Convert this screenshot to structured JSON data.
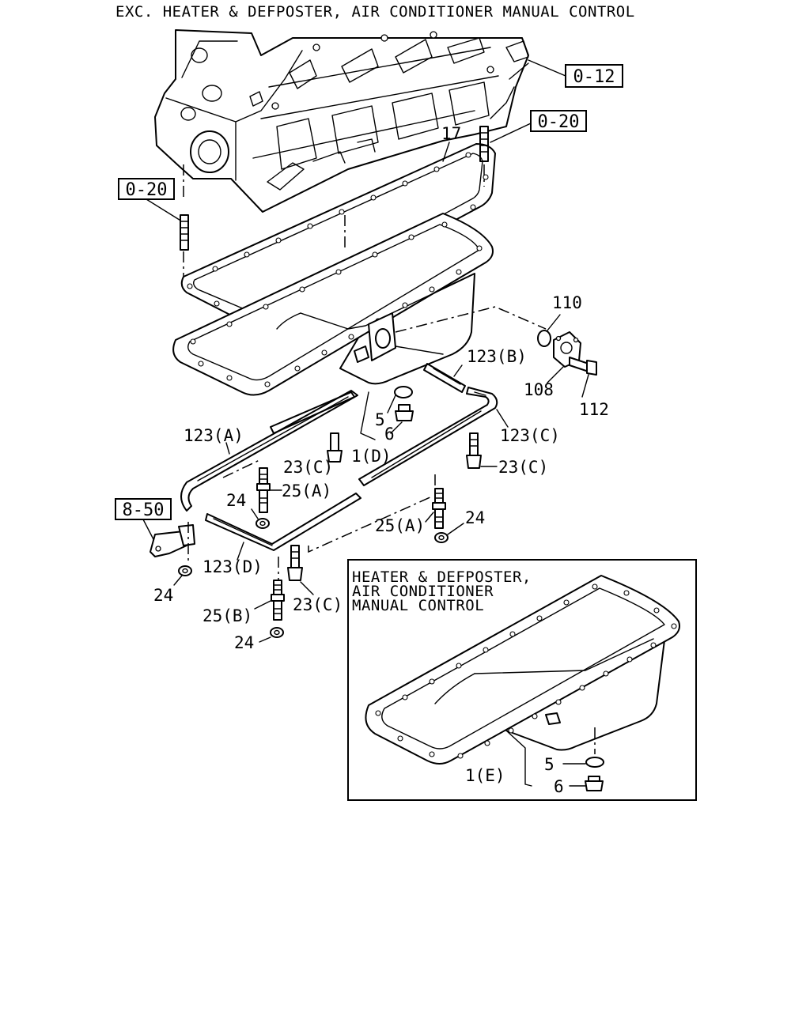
{
  "header": {
    "title": "EXC. HEATER & DEFPOSTER, AIR CONDITIONER MANUAL CONTROL"
  },
  "refs": {
    "engine_block": "0-12",
    "stud_right": "0-20",
    "stud_left": "0-20",
    "bracket": "8-50"
  },
  "callouts": {
    "gasket": "17",
    "o_ring_top": "110",
    "cover_plate": "108",
    "cover_bolt": "112",
    "seal_b": "123(B)",
    "seal_a": "123(A)",
    "seal_c": "123(C)",
    "seal_d": "123(D)",
    "drain_gasket": "5",
    "drain_plug": "6",
    "pan_assy": "1(D)",
    "bolt_c_upper_left": "23(C)",
    "bolt_c_right": "23(C)",
    "bolt_c_lower": "23(C)",
    "stud_a_left": "25(A)",
    "stud_a_right": "25(A)",
    "stud_b": "25(B)",
    "nut_left_upper": "24",
    "nut_right": "24",
    "nut_bracket": "24",
    "nut_bottom": "24"
  },
  "inset": {
    "title_line1": "HEATER & DEFPOSTER,",
    "title_line2": "AIR CONDITIONER",
    "title_line3": "MANUAL CONTROL",
    "pan_assy": "1(E)",
    "drain_gasket": "5",
    "drain_plug": "6"
  }
}
